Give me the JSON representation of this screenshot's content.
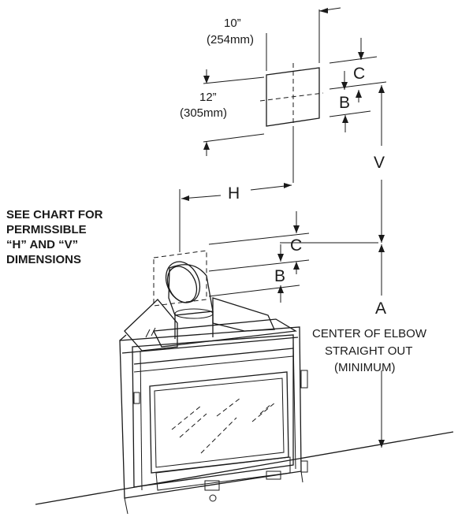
{
  "labels": {
    "top_width": "10”",
    "top_width_mm": "(254mm)",
    "top_height": "12”",
    "top_height_mm": "(305mm)",
    "letter_c": "C",
    "letter_b": "B",
    "letter_v": "V",
    "letter_h": "H",
    "letter_a": "A",
    "note_line1": "SEE CHART FOR",
    "note_line2": "PERMISSIBLE",
    "note_line3": "“H” AND “V”",
    "note_line4": "DIMENSIONS",
    "a_desc_line1": "CENTER OF ELBOW",
    "a_desc_line2": "STRAIGHT OUT",
    "a_desc_line3": "(MINIMUM)"
  },
  "icons": {
    "fireplace": "fireplace-unit-icon",
    "elbow": "vent-elbow-icon",
    "wall_plate_upper": "wall-plate-icon",
    "wall_plate_lower": "wall-plate-icon"
  }
}
